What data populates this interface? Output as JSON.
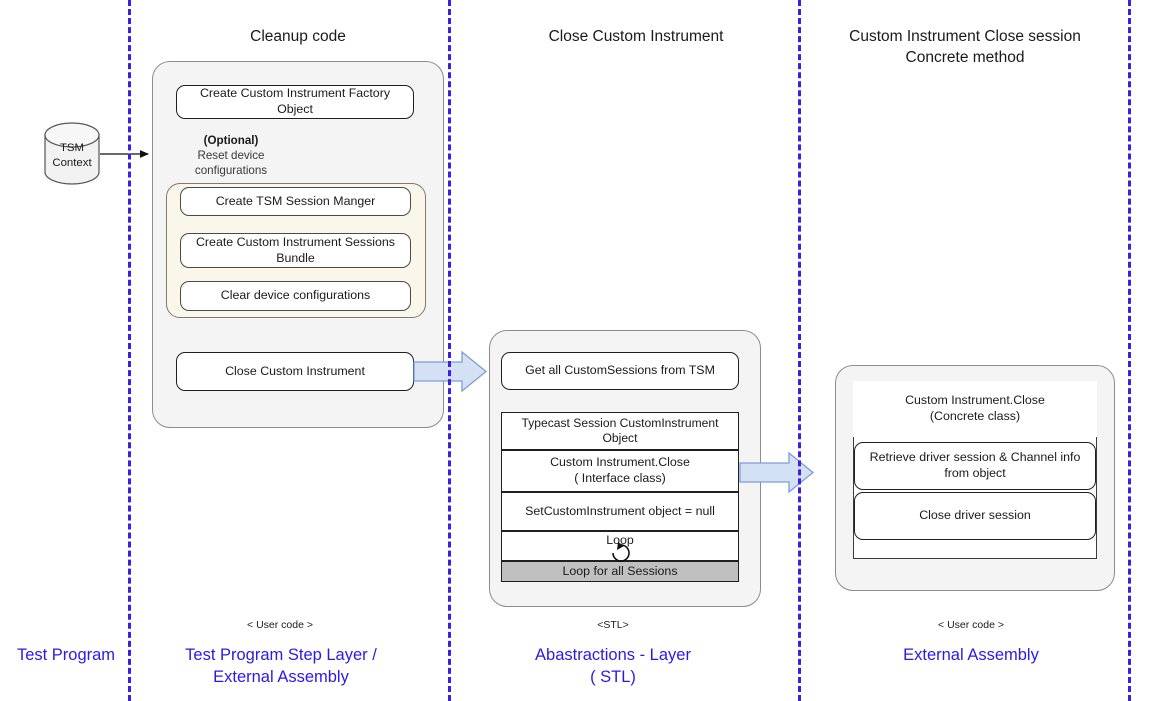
{
  "diagram": {
    "title": "Close Custom Instrument sequence",
    "accent_color": "#2a1ae8",
    "arrow_fill": "#d4e1f5",
    "arrow_stroke": "#7a9ed6",
    "group_fill": "#f4f4f4",
    "loop_fill": "#faf7ea",
    "loop_footer_fill": "#c0c0c0"
  },
  "columns": [
    {
      "title": "Cleanup code"
    },
    {
      "title": "Close Custom Instrument"
    },
    {
      "title": "Custom Instrument Close session\nConcrete method"
    }
  ],
  "column_titles": {
    "cleanup": "Cleanup code",
    "close_custom_instrument": "Close Custom Instrument",
    "concrete_line1": "Custom Instrument Close session",
    "concrete_line2": "Concrete method"
  },
  "datastore": {
    "line1": "TSM",
    "line2": "Context",
    "shape": "cylinder"
  },
  "cleanup": {
    "factory_object": "Create Custom Instrument Factory Object",
    "optional_note_bold": "(Optional)",
    "optional_note_line2": "Reset device",
    "optional_note_line3": "configurations",
    "session_manager": "Create TSM Session Manger",
    "sessions_bundle": "Create Custom Instrument Sessions Bundle",
    "clear_configs": "Clear device configurations",
    "close_custom_instrument": "Close Custom Instrument"
  },
  "abstraction": {
    "get_sessions": "Get all CustomSessions from TSM",
    "typecast": "Typecast Session CustomInstrument Object",
    "close_interface_line1": "Custom Instrument.Close",
    "close_interface_line2": "( Interface class)",
    "set_null": "SetCustomInstrument object = null",
    "loop_label": "Loop",
    "loop_footer": "Loop for all Sessions"
  },
  "external": {
    "close_concrete_line1": "Custom Instrument.Close",
    "close_concrete_line2": "(Concrete class)",
    "retrieve_driver": "Retrieve driver session & Channel info from object",
    "close_driver": "Close driver session"
  },
  "lanes": [
    {
      "sub": "",
      "label": "Test Program"
    },
    {
      "sub": "< User code >",
      "label_line1": "Test Program Step Layer /",
      "label_line2": "External Assembly"
    },
    {
      "sub": "<STL>",
      "label_line1": "Abastractions - Layer",
      "label_line2": "( STL)"
    },
    {
      "sub": "< User code >",
      "label_line1": "External Assembly",
      "label_line2": ""
    }
  ],
  "lane_labels": {
    "test_program": "Test Program",
    "step_layer_1": "Test Program Step Layer /",
    "step_layer_2": "External Assembly",
    "stl_1": "Abastractions - Layer",
    "stl_2": "( STL)",
    "external_1": "External Assembly",
    "user_code_1": "< User code >",
    "stl_tag": "<STL>",
    "user_code_2": "< User code >"
  }
}
